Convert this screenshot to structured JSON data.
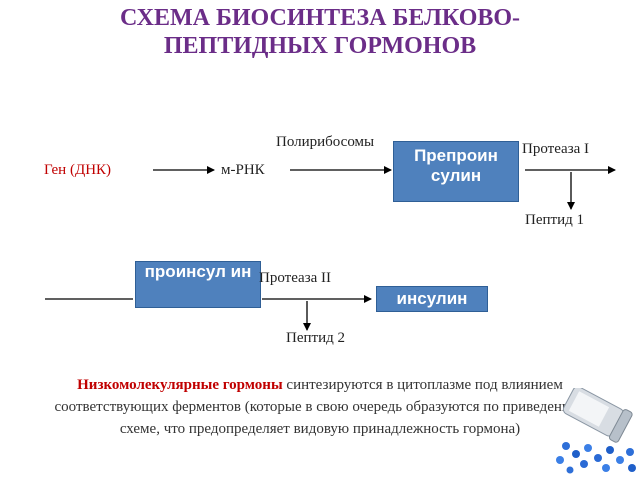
{
  "title": {
    "line1": "СХЕМА БИОСИНТЕЗА БЕЛКОВО-",
    "line2": "ПЕПТИДНЫХ ГОРМОНОВ"
  },
  "diagram": {
    "gene": "Ген (ДНК)",
    "mrna": "м-РНК",
    "polyribosomes": "Полирибосомы",
    "preproinsulin": "Препроин сулин",
    "protease1": "Протеаза I",
    "peptide1": "Пептид 1",
    "proinsulin": "проинсул ин",
    "protease2": "Протеаза II",
    "insulin": "инсулин",
    "peptide2": "Пептид 2"
  },
  "paragraph": {
    "bold": "Низкомолекулярные гормоны",
    "rest": " синтезируются в цитоплазме под влиянием соответствующих ферментов (которые в свою очередь образуются по приведенной схеме, что предопределяет видовую принадлежность гормона)"
  },
  "colors": {
    "title": "#6b2d88",
    "gene": "#c00000",
    "box": "#4f81bd",
    "bold_text": "#c00000"
  }
}
